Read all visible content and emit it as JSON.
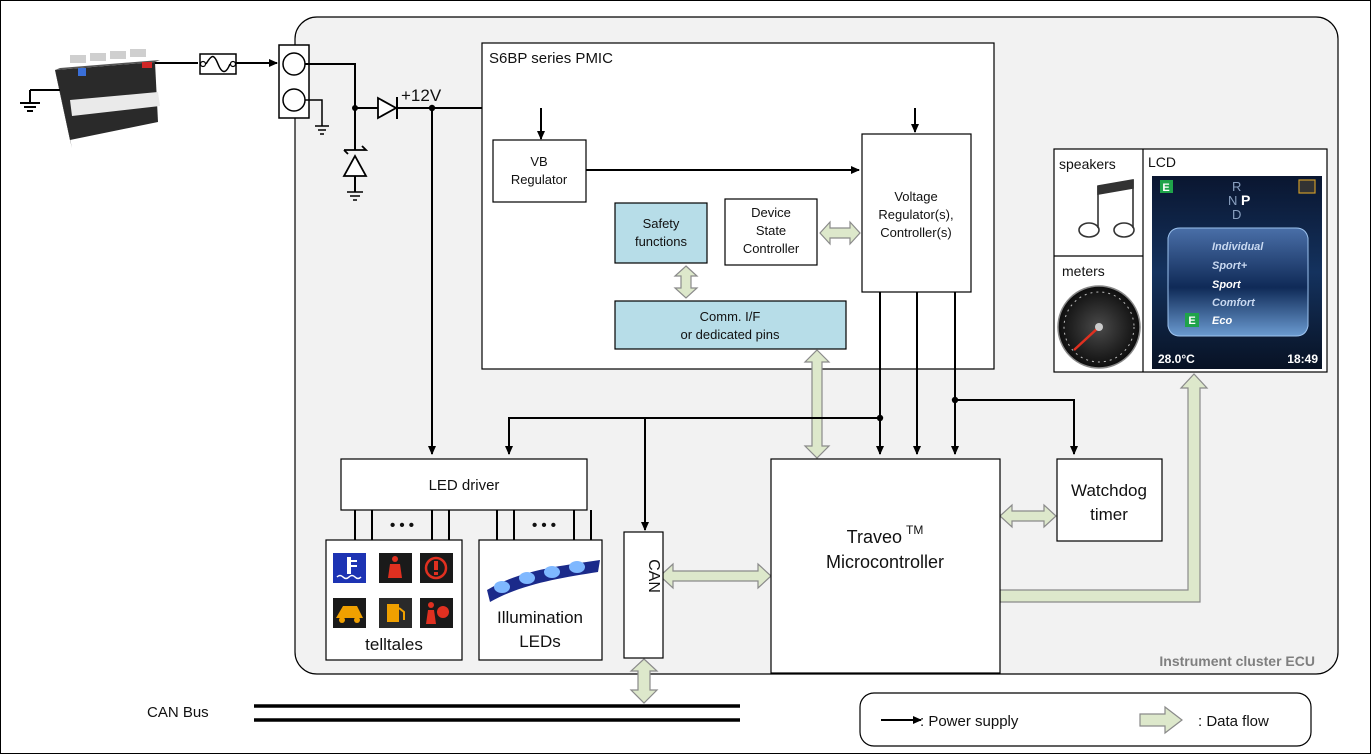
{
  "ecu_label": "Instrument cluster ECU",
  "voltage_label": "+12V",
  "pmic": {
    "title": "S6BP series PMIC",
    "vb_regulator": [
      "VB",
      "Regulator"
    ],
    "voltage_regulator": [
      "Voltage",
      "Regulator(s),",
      "Controller(s)"
    ],
    "safety_functions": [
      "Safety",
      "functions"
    ],
    "device_state_controller": [
      "Device",
      "State",
      "Controller"
    ],
    "comm_if": [
      "Comm. I/F",
      "or dedicated pins"
    ]
  },
  "led_driver_label": "LED driver",
  "ellipsis": "• • •",
  "telltales_label": "telltales",
  "illumination_label": [
    "Illumination",
    "LEDs"
  ],
  "can_label": "CAN",
  "mcu": {
    "name": "Traveo",
    "tm": "TM",
    "subtitle": "Microcontroller"
  },
  "watchdog_label": [
    "Watchdog",
    "timer"
  ],
  "speakers_label": "speakers",
  "meters_label": "meters",
  "lcd": {
    "label": "LCD",
    "gears": [
      "R",
      "N",
      "P",
      "D"
    ],
    "badge": "E",
    "modes": [
      "Individual",
      "Sport+",
      "Sport",
      "Comfort",
      "Eco"
    ],
    "temperature": "28.0°C",
    "time": "18:49"
  },
  "can_bus_label": "CAN Bus",
  "legend": {
    "power_supply": ": Power supply",
    "data_flow": ": Data flow"
  },
  "colors": {
    "ecu_fill": "#f2f2f2",
    "highlight_fill": "#b7dde8",
    "data_arrow_fill": "#dde8cb",
    "data_arrow_stroke": "#8a8a8a",
    "lcd_background": "#0b1a3a",
    "ecu_label": "#7f7f7f"
  },
  "icons": [
    "battery-icon",
    "ground-icon",
    "fuse-icon",
    "connector-icon",
    "diode-icon",
    "zener-diode-icon",
    "music-note-icon",
    "speedometer-icon",
    "coolant-temperature-icon",
    "seatbelt-icon",
    "brake-warning-icon",
    "traction-control-icon",
    "fuel-icon",
    "airbag-icon",
    "led-strip-icon"
  ]
}
